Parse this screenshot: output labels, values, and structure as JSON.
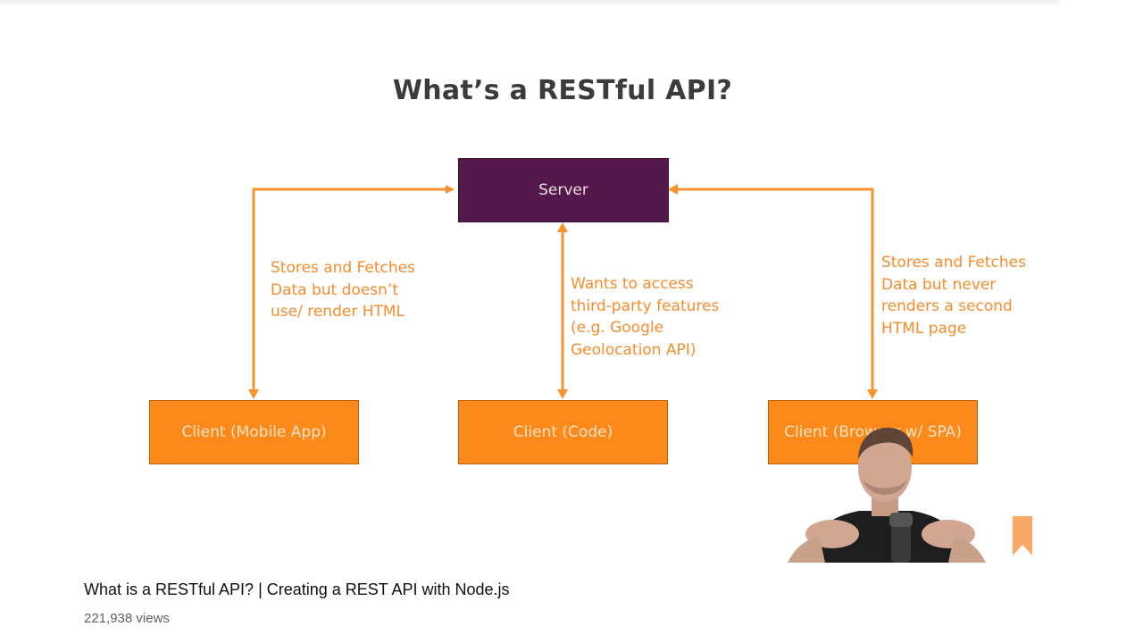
{
  "slide": {
    "title": "What’s a RESTful API?",
    "server_label": "Server",
    "clients": [
      {
        "label": "Client (Mobile App)"
      },
      {
        "label": "Client (Code)"
      },
      {
        "label": "Client (Browser w/ SPA)"
      }
    ],
    "notes": [
      "Stores and Fetches\nData but doesn’t\nuse/ render HTML",
      "Wants to access\nthird-party features\n(e.g. Google\nGeolocation API)",
      "Stores and Fetches\nData but never\nrenders a second\nHTML page"
    ],
    "colors": {
      "server": "#55184a",
      "client": "#fb8a1a",
      "arrow": "#f7932f",
      "note_text": "#f78c2d"
    }
  },
  "video": {
    "title": "What is a RESTful API? | Creating a REST API with Node.js",
    "views": "221,938 views"
  }
}
